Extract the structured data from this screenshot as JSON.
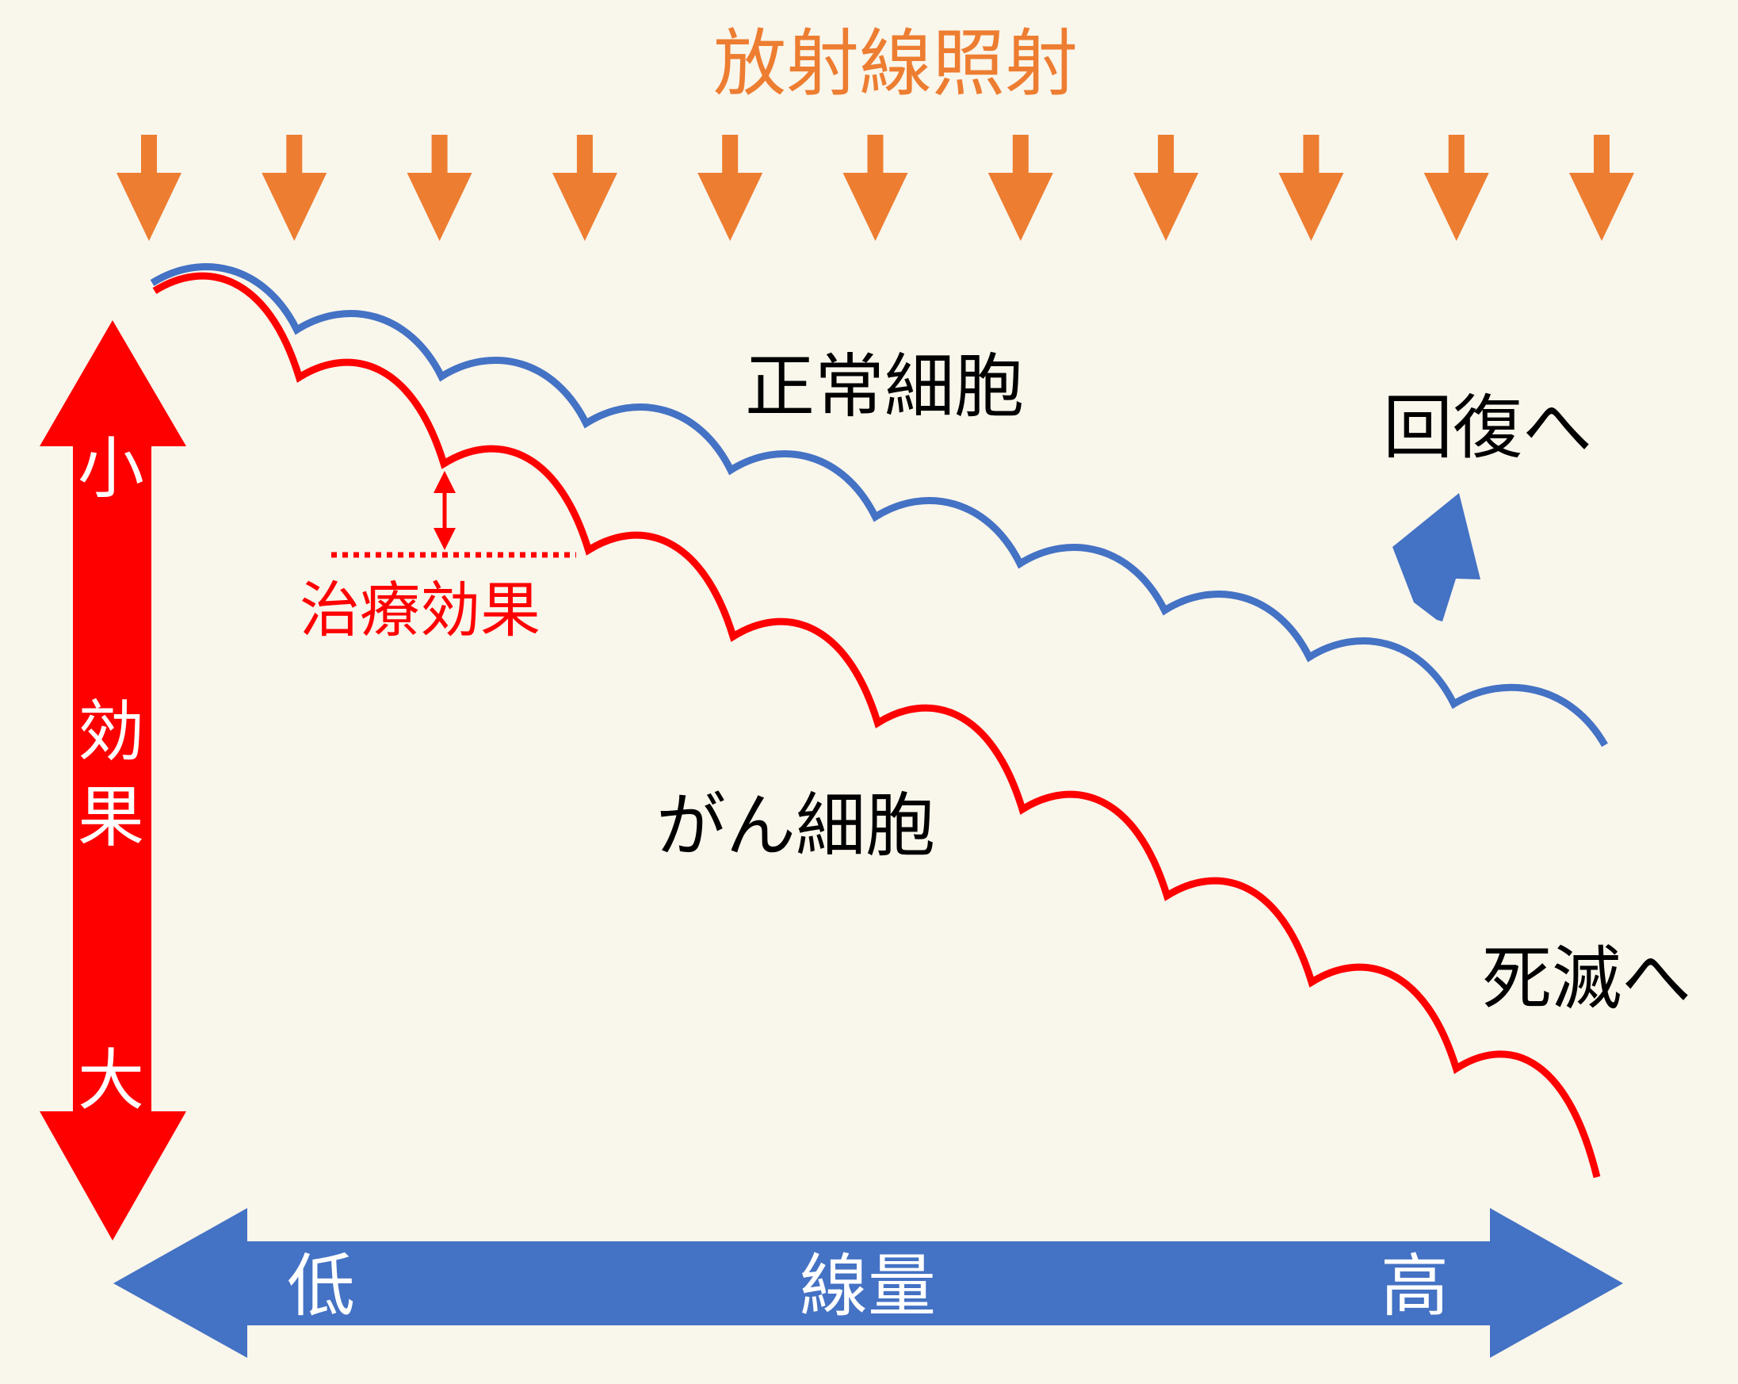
{
  "title": "放射線照射",
  "labels": {
    "normal_cell": "正常細胞",
    "cancer_cell": "がん細胞",
    "recovery": "回復へ",
    "death": "死滅へ",
    "therapeutic_effect": "治療効果"
  },
  "y_axis": {
    "top": "小",
    "middle": "効果",
    "bottom": "大"
  },
  "x_axis": {
    "low": "低",
    "middle": "線量",
    "high": "高"
  },
  "colors": {
    "background": "#f9f6ec",
    "radiation": "#ed7d31",
    "normal_curve": "#4472c4",
    "cancer_curve": "#ff0000",
    "axis_effect": "#ff0000",
    "axis_dose": "#4472c4",
    "text": "#000000"
  },
  "icons": {
    "radiation_arrows": "down-arrow-icon",
    "recovery_arrow": "up-right-arrow-icon"
  },
  "radiation_arrow_count": 11
}
